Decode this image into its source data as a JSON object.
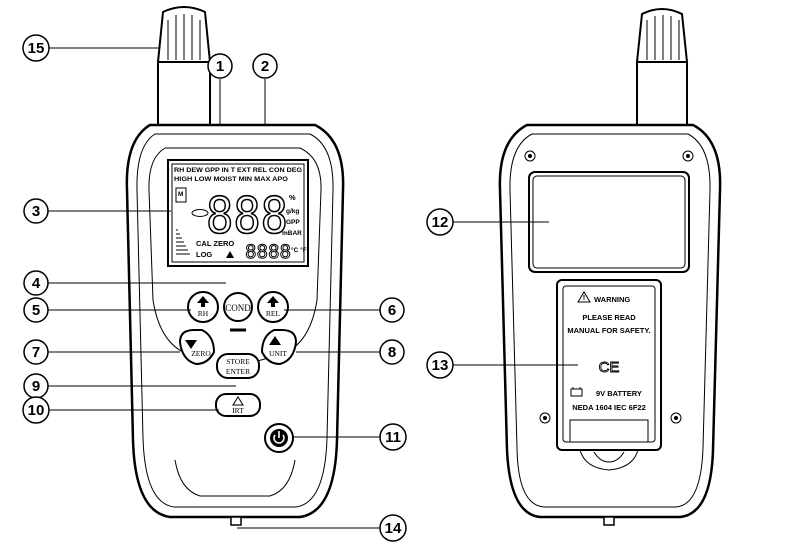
{
  "callouts": [
    {
      "n": "1"
    },
    {
      "n": "2"
    },
    {
      "n": "3"
    },
    {
      "n": "4"
    },
    {
      "n": "5"
    },
    {
      "n": "6"
    },
    {
      "n": "7"
    },
    {
      "n": "8"
    },
    {
      "n": "9"
    },
    {
      "n": "10"
    },
    {
      "n": "11"
    },
    {
      "n": "12"
    },
    {
      "n": "13"
    },
    {
      "n": "14"
    },
    {
      "n": "15"
    }
  ],
  "lcd": {
    "top_row": "RH DEW GPP IN T EXT REL CON DEG",
    "second_row": "HIGH LOW MOIST MIN MAX APO",
    "main_digits": "888",
    "unit_percent": "%",
    "unit_gkg": "g/kg",
    "unit_grains": "GPP",
    "unit_mbar": "mBAR",
    "cal_zero": "CAL ZERO",
    "log": "LOG",
    "small_digits": "8888",
    "unit_temp": "°C °F",
    "memory_label": "M"
  },
  "buttons": {
    "cond": "COND",
    "rh": "RH",
    "rel": "REL",
    "zero": "ZERO",
    "unit": "UNIT",
    "store_top": "STORE",
    "store_bottom": "ENTER",
    "irt": "IRT"
  },
  "plate": {
    "warning": "WARNING",
    "line1": "PLEASE READ",
    "line2": "MANUAL FOR SAFETY.",
    "ce": "CE",
    "battery": "9V BATTERY",
    "battery_spec": "NEDA 1604 IEC 6F22"
  }
}
